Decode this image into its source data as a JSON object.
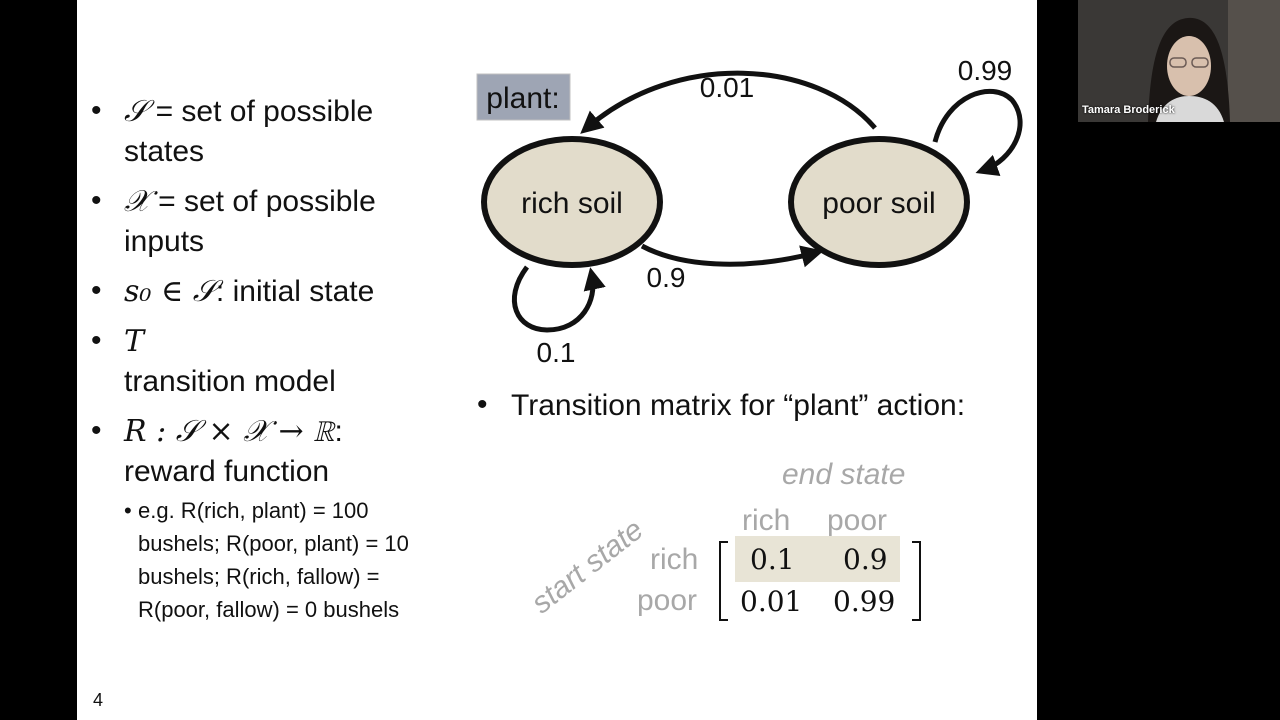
{
  "slide": {
    "bullets": [
      {
        "symbol": "𝒮",
        "text": " = set of possible",
        "cont": "states"
      },
      {
        "symbol": "𝒳",
        "text": " = set of possible",
        "cont": "inputs"
      },
      {
        "math": "s₀ ∈ 𝒮",
        "text": ": initial state"
      },
      {
        "symbol": "T",
        "cont": "transition model"
      },
      {
        "math": "R : 𝒮 × 𝒳 → ℝ",
        "text": ":",
        "cont": "reward function"
      }
    ],
    "subbullet_lines": [
      "e.g. R(rich, plant) = 100",
      "bushels; R(poor, plant) = 10",
      "bushels; R(rich, fallow) =",
      "R(poor, fallow) = 0 bushels"
    ],
    "page_number": "4"
  },
  "diagram": {
    "action_label": "plant:",
    "states": [
      "rich soil",
      "poor soil"
    ],
    "transitions": {
      "rich_to_rich": "0.1",
      "rich_to_poor": "0.9",
      "poor_to_rich": "0.01",
      "poor_to_poor": "0.99"
    },
    "node_fill": "#e2dccb",
    "label_fill": "#9ea5b4"
  },
  "matrix": {
    "bullet_text": "Transition matrix for “plant” action:",
    "end_state_label": "end state",
    "start_state_label": "start state",
    "col_headers": [
      "rich",
      "poor"
    ],
    "row_headers": [
      "rich",
      "poor"
    ],
    "rows": [
      [
        "0.1",
        "0.9"
      ],
      [
        "0.01",
        "0.99"
      ]
    ],
    "highlight_fill": "#e8e4d6"
  },
  "video": {
    "participant_name": "Tamara Broderick"
  }
}
